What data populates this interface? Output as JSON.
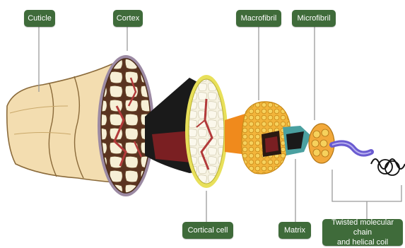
{
  "labels": {
    "cuticle": "Cuticle",
    "cortex": "Cortex",
    "macrofibril": "Macrofibril",
    "microfibril": "Microfibril",
    "cortical_cell": "Cortical cell",
    "matrix": "Matrix",
    "twisted_chain_line1": "Twisted molecular chain",
    "twisted_chain_line2": "and helical coil"
  },
  "colors": {
    "label_background": "#3f6b3a",
    "label_text": "#ffffff",
    "cuticle_fill": "#f3ddb0",
    "cortex_cell_fill": "#f6efd6",
    "cortical_cell_outline": "#e8e05a",
    "macrofibril_fill": "#f2b43a",
    "microfibril_fill": "#f2a93a",
    "matrix_fill": "#4aa0a0",
    "coil_fill": "#6a5bd0"
  }
}
